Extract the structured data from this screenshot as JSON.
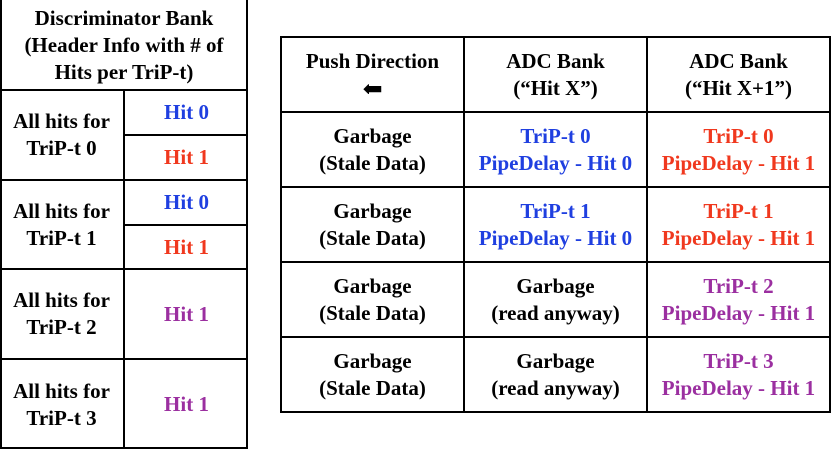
{
  "colors": {
    "blue": "#1f3fe0",
    "red": "#f0381e",
    "purple": "#9b2fa0"
  },
  "discriminator": {
    "header": [
      "Discriminator Bank",
      "(Header Info with # of",
      "Hits per TriP-t)"
    ],
    "groups": [
      {
        "label": [
          "All hits for",
          "TriP-t 0"
        ],
        "hits": [
          {
            "text": "Hit 0",
            "color": "blue"
          },
          {
            "text": "Hit 1",
            "color": "red"
          }
        ]
      },
      {
        "label": [
          "All hits for",
          "TriP-t 1"
        ],
        "hits": [
          {
            "text": "Hit 0",
            "color": "blue"
          },
          {
            "text": "Hit 1",
            "color": "red"
          }
        ]
      },
      {
        "label": [
          "All hits for",
          "TriP-t 2"
        ],
        "hits": [
          {
            "text": "Hit 1",
            "color": "purple"
          }
        ]
      },
      {
        "label": [
          "All hits for",
          "TriP-t 3"
        ],
        "hits": [
          {
            "text": "Hit 1",
            "color": "purple"
          }
        ]
      }
    ]
  },
  "adc": {
    "headers": [
      {
        "lines": [
          "Push Direction"
        ],
        "arrow": "⬅"
      },
      {
        "lines": [
          "ADC Bank",
          "(“Hit X”)"
        ]
      },
      {
        "lines": [
          "ADC Bank",
          "(“Hit X+1”)"
        ]
      }
    ],
    "rows": [
      [
        {
          "lines": [
            "Garbage",
            "(Stale Data)"
          ],
          "color": "black"
        },
        {
          "lines": [
            "TriP-t 0",
            "PipeDelay - Hit 0"
          ],
          "color": "blue"
        },
        {
          "lines": [
            "TriP-t 0",
            "PipeDelay - Hit 1"
          ],
          "color": "red"
        }
      ],
      [
        {
          "lines": [
            "Garbage",
            "(Stale Data)"
          ],
          "color": "black"
        },
        {
          "lines": [
            "TriP-t 1",
            "PipeDelay - Hit 0"
          ],
          "color": "blue"
        },
        {
          "lines": [
            "TriP-t 1",
            "PipeDelay - Hit 1"
          ],
          "color": "red"
        }
      ],
      [
        {
          "lines": [
            "Garbage",
            "(Stale Data)"
          ],
          "color": "black"
        },
        {
          "lines": [
            "Garbage",
            "(read anyway)"
          ],
          "color": "black"
        },
        {
          "lines": [
            "TriP-t 2",
            "PipeDelay - Hit 1"
          ],
          "color": "purple"
        }
      ],
      [
        {
          "lines": [
            "Garbage",
            "(Stale Data)"
          ],
          "color": "black"
        },
        {
          "lines": [
            "Garbage",
            "(read anyway)"
          ],
          "color": "black"
        },
        {
          "lines": [
            "TriP-t 3",
            "PipeDelay - Hit 1"
          ],
          "color": "purple"
        }
      ]
    ]
  }
}
